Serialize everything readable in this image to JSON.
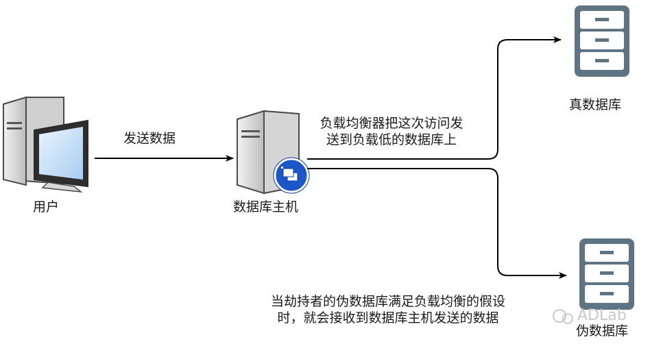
{
  "nodes": {
    "user": {
      "label": "用户"
    },
    "db_host": {
      "label": "数据库主机"
    },
    "real_db": {
      "label": "真数据库"
    },
    "fake_db": {
      "label": "伪数据库"
    }
  },
  "edges": {
    "send_data": {
      "label": "发送数据"
    },
    "load_balancer": {
      "line1": "负载均衡器把这次访问发",
      "line2": "送到负载低的数据库上"
    }
  },
  "annotation": {
    "line1": "当劫持者的伪数据库满足负载均衡的假设",
    "line2": "时，就会接收到数据库主机发送的数据"
  },
  "watermark": {
    "text": "ADLab"
  },
  "colors": {
    "server_body": "#dcdcdc",
    "cabinet": "#5e7483",
    "badge": "#1c56c8",
    "arrow": "#000000"
  }
}
